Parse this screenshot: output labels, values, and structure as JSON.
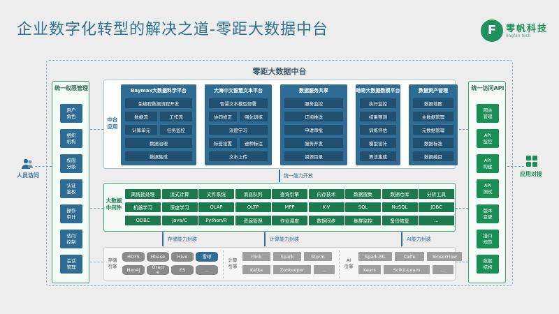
{
  "title": "企业数字化转型的解决之道-零距大数据中台",
  "logo": {
    "mark": "F",
    "name": "零帆科技",
    "sub": "lingfan tech"
  },
  "platform_title": "零距大数据中台",
  "left_panel": {
    "title": "统一权限管理",
    "items": [
      "用户\n角色",
      "组织\n机构",
      "权限\n分级",
      "认证\n鉴权",
      "操作\n审计",
      "访问\n控制",
      "会话\n管理"
    ]
  },
  "right_panel": {
    "title": "统一访问API",
    "items": [
      "网关\n管理",
      "API\n监控",
      "API\n构建",
      "API\n测试",
      "版本\n变更",
      "接口\n规范",
      "数据\n结构"
    ]
  },
  "person_label": "人员访问",
  "app_label": "应用对接",
  "middle": {
    "label": "中台\n应用",
    "columns": [
      {
        "title": "Baymax大数据科学平台",
        "rows": [
          [
            "免编程数据流程开发"
          ],
          [
            "数据流",
            "工作流"
          ],
          [
            "计算单元",
            "任务监控"
          ],
          [
            "数据治理"
          ],
          [
            "数据集成"
          ]
        ]
      },
      {
        "title": "大海中文智慧文本平台",
        "rows": [
          [
            "智慧文本模型部署"
          ],
          [
            "协同修正",
            "强化训练"
          ],
          [
            "深度学习"
          ],
          [
            "标签设置",
            "进种标注"
          ],
          [
            "文本上传"
          ]
        ]
      },
      {
        "title": "数据服务共享",
        "rows": [
          [
            "服务监控"
          ],
          [
            "订阅推送"
          ],
          [
            "申请审批"
          ],
          [
            "服务开发"
          ],
          [
            "资源目录"
          ]
        ]
      },
      {
        "title": "暗奇大数据数模平台",
        "rows": [
          [
            "执行监控"
          ],
          [
            "结果预测"
          ],
          [
            "训练评估"
          ],
          [
            "模型设计"
          ],
          [
            "算法集成"
          ]
        ]
      },
      {
        "title": "数据资产管理",
        "rows": [
          [
            "数据地图"
          ],
          [
            "主数据管理"
          ],
          [
            "元数据管理"
          ],
          [
            "数据标准"
          ],
          [
            "数据编目"
          ]
        ]
      }
    ]
  },
  "open_label": "统一能力开放",
  "middleware": {
    "label": "大数据\n中间件",
    "rows": [
      [
        "离线批处理",
        "流式计算",
        "文件系统",
        "消息队列",
        "查询引擎",
        "内存技术",
        "数据搜集",
        "数据仓库",
        "分析工具"
      ],
      [
        "机器学习",
        "深度学习",
        "OLAP",
        "OLTP",
        "MPP",
        "K-V",
        "SQL",
        "NoSQL",
        "JDBC"
      ],
      [
        "ODBC",
        "Java/C",
        "Python/R",
        "资源管理",
        "作业调度",
        "数据同步",
        "集群监控",
        "备份恢复",
        "..."
      ]
    ]
  },
  "capability_labels": [
    "存储能力封装",
    "计算能力封装",
    "AI能力封装"
  ],
  "engines": {
    "storage": {
      "label": "存储\n引擎",
      "items": [
        "HDFS",
        "Hbase",
        "Hive",
        "雪球",
        "Neo4j",
        "Oracl\ne",
        "ES",
        "..."
      ]
    },
    "compute": {
      "label": "计算\n引擎",
      "items": [
        "Flink",
        "Spark",
        "Storm",
        "Kafka",
        "Zookeeper",
        "..."
      ]
    },
    "ai": {
      "label": "AI\n引擎",
      "items": [
        "Spark-ML",
        "Caffe",
        "TensorFlow",
        "Kears",
        "Scikit-Learn",
        "..."
      ]
    }
  },
  "colors": {
    "primary": "#2f6c93",
    "accent": "#1a8e55",
    "title": "#2e6f8c"
  }
}
